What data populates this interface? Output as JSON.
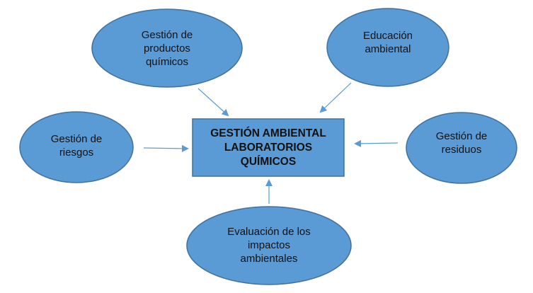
{
  "colors": {
    "fill": "#5b9bd5",
    "stroke": "#41719c",
    "arrow": "#5b9bd5"
  },
  "center": {
    "lines": [
      "GESTIÓN AMBIENTAL",
      "LABORATORIOS",
      "QUÍMICOS"
    ]
  },
  "nodes": [
    {
      "id": "productos",
      "lines": [
        "Gestión de",
        "productos",
        "químicos"
      ]
    },
    {
      "id": "educacion",
      "lines": [
        "Educación",
        "ambiental"
      ]
    },
    {
      "id": "riesgos",
      "lines": [
        "Gestión de",
        "riesgos"
      ]
    },
    {
      "id": "residuos",
      "lines": [
        "Gestión de",
        "residuos"
      ]
    },
    {
      "id": "evaluacion",
      "lines": [
        "Evaluación de los",
        "impactos",
        "ambientales"
      ]
    }
  ]
}
